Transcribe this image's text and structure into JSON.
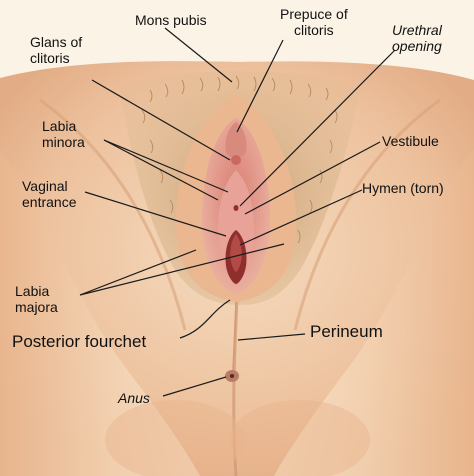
{
  "labels": {
    "mons_pubis": "Mons pubis",
    "prepuce": [
      "Prepuce of",
      "clitoris"
    ],
    "urethral_opening": [
      "Urethral",
      "opening"
    ],
    "glans": [
      "Glans of",
      "clitoris"
    ],
    "labia_minora": [
      "Labia",
      "minora"
    ],
    "vestibule": "Vestibule",
    "vaginal_entrance": [
      "Vaginal",
      "entrance"
    ],
    "hymen": "Hymen (torn)",
    "labia_majora": [
      "Labia",
      "majora"
    ],
    "posterior_fourchet": "Posterior fourchet",
    "perineum": "Perineum",
    "anus": "Anus"
  },
  "colors": {
    "background": "#fbf3e6",
    "skin_light": "#f3d6b6",
    "skin": "#e9b991",
    "skin_shadow": "#d39a73",
    "hair": "#b58a5c",
    "pink": "#e7a39a",
    "pink_dark": "#c96a63",
    "interior": "#8e2f2e",
    "leader": "#1a1a1a"
  }
}
